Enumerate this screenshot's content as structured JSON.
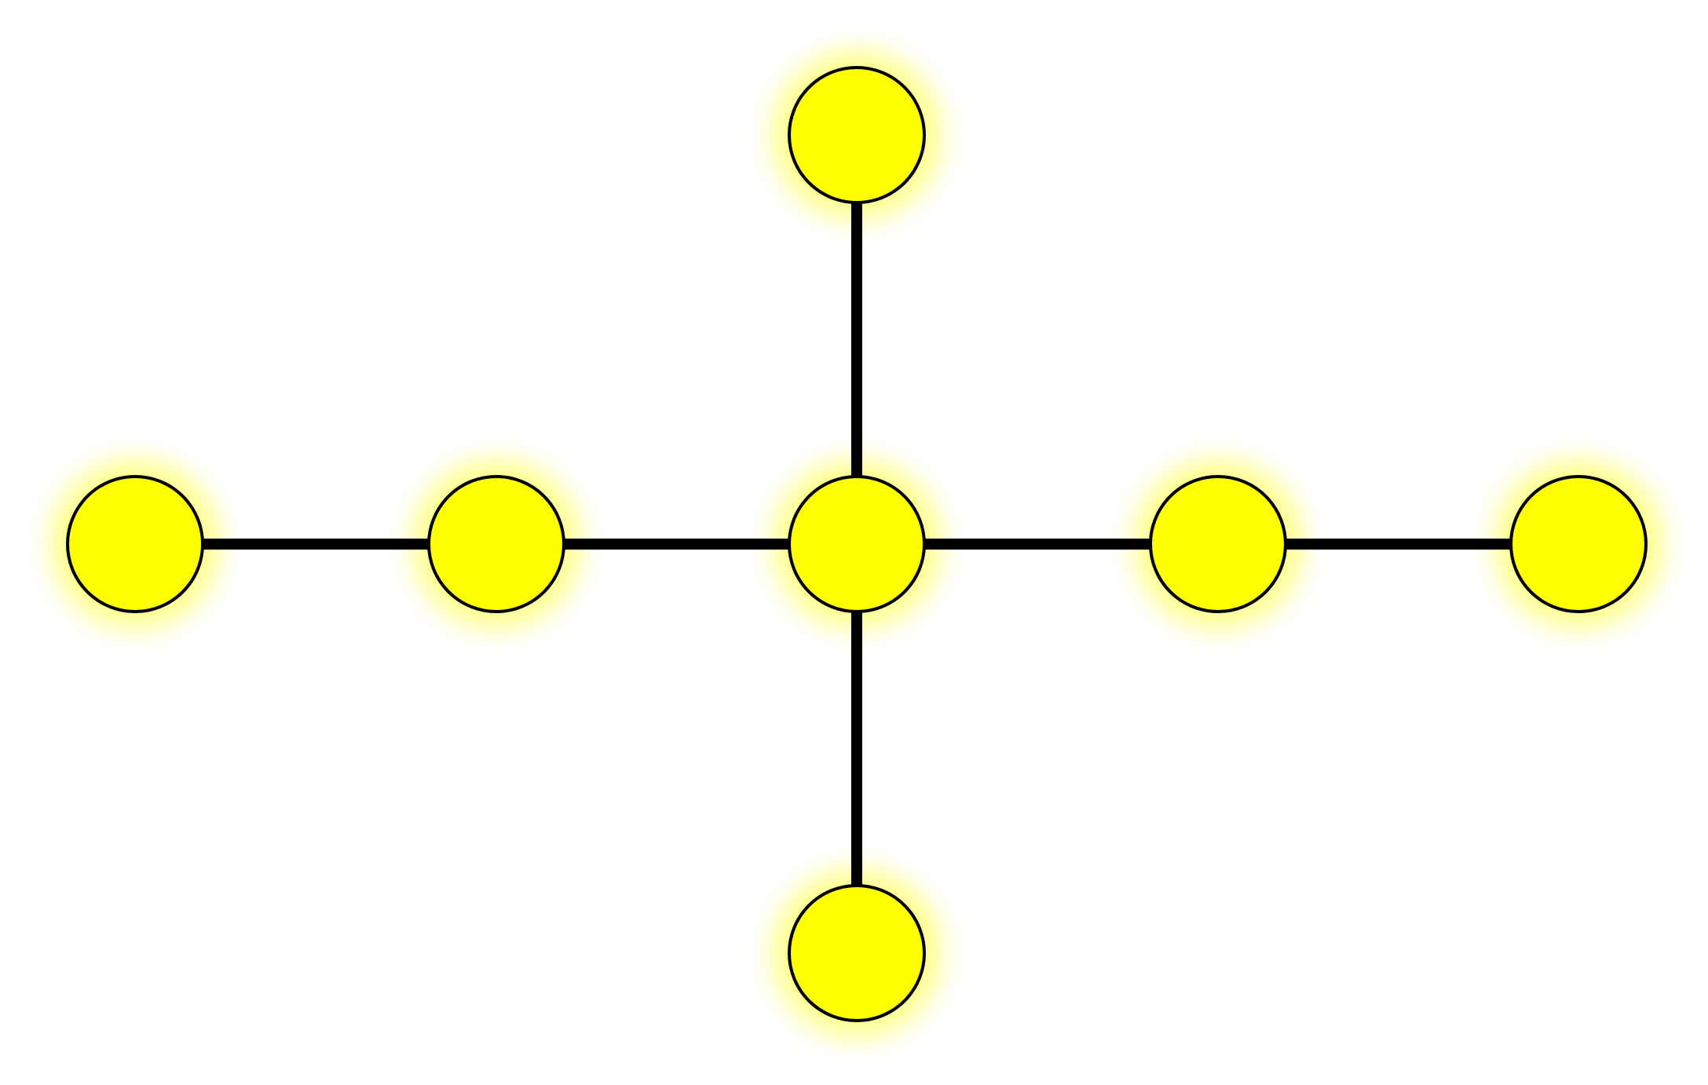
{
  "colors": {
    "background": "#ffffff",
    "node_fill": "#ffff00",
    "node_stroke": "#000000",
    "node_glow": "#ffff66",
    "edge_stroke": "#000000",
    "edge_glow": "#99ccff"
  },
  "graph": {
    "nodes": [
      {
        "id": "left-outer"
      },
      {
        "id": "left-inner"
      },
      {
        "id": "center"
      },
      {
        "id": "right-inner"
      },
      {
        "id": "right-outer"
      },
      {
        "id": "top"
      },
      {
        "id": "bottom"
      }
    ],
    "edges": [
      {
        "from": "left-outer",
        "to": "left-inner"
      },
      {
        "from": "left-inner",
        "to": "center"
      },
      {
        "from": "center",
        "to": "right-inner"
      },
      {
        "from": "right-inner",
        "to": "right-outer"
      },
      {
        "from": "center",
        "to": "top"
      },
      {
        "from": "center",
        "to": "bottom"
      }
    ]
  }
}
